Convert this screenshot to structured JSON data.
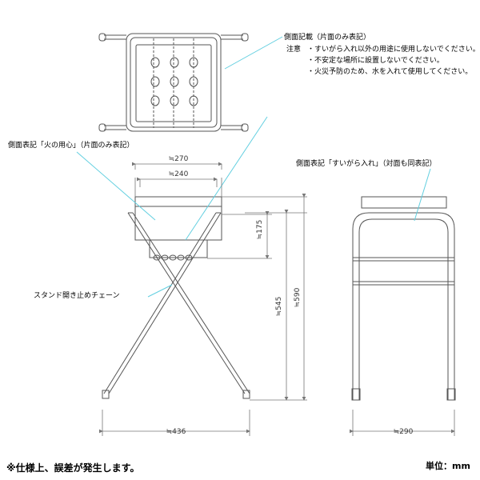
{
  "colors": {
    "leader": "#62cfe0",
    "line": "#555555",
    "dim": "#777777"
  },
  "notes": {
    "side_title": "側面記載（片面のみ表記）",
    "caution_label": "注意",
    "caution_items": [
      "・すいがら入れ以外の用途に使用しないでください。",
      "・不安定な場所に設置しないでください。",
      "・火災予防のため、水を入れて使用してください。"
    ],
    "fire_label": "側面表記「火の用心」（片面のみ表記）",
    "ashtray_label": "側面表記「すいがら入れ」（対面も同表記）",
    "chain_label": "スタンド開き止めチェーン"
  },
  "dimensions": {
    "top_outer": "≒270",
    "top_inner": "≒240",
    "bucket_h": "≒175",
    "leg_h": "≒545",
    "total_h": "≒590",
    "front_w": "≒436",
    "side_w": "≒290"
  },
  "footer": {
    "disclaimer": "※仕様上、誤差が発生します。",
    "unit": "単位：mm"
  }
}
